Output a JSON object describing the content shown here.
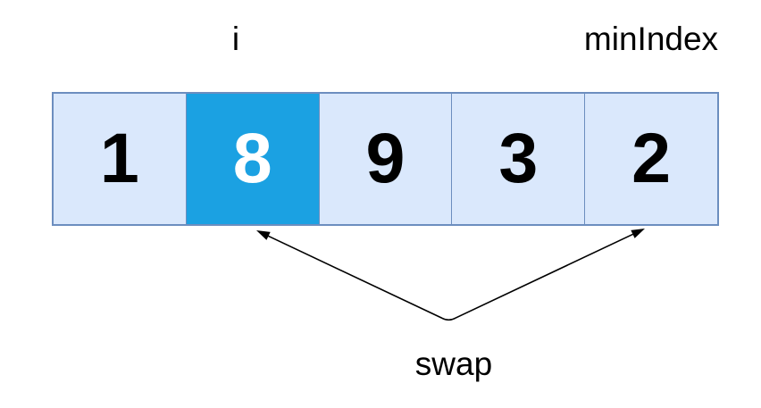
{
  "labels": {
    "i": "i",
    "min_index": "minIndex",
    "swap": "swap"
  },
  "array": {
    "cells": [
      {
        "value": "1",
        "highlight": false
      },
      {
        "value": "8",
        "highlight": true
      },
      {
        "value": "9",
        "highlight": false
      },
      {
        "value": "3",
        "highlight": false
      },
      {
        "value": "2",
        "highlight": false
      }
    ],
    "highlight_index": 1
  },
  "colors": {
    "cell_fill": "#dae8fc",
    "cell_border": "#6c8ebf",
    "highlight_fill": "#1ba1e2",
    "highlight_text": "#ffffff",
    "value_text": "#000000",
    "label_text": "#000000",
    "arrow": "#000000"
  }
}
